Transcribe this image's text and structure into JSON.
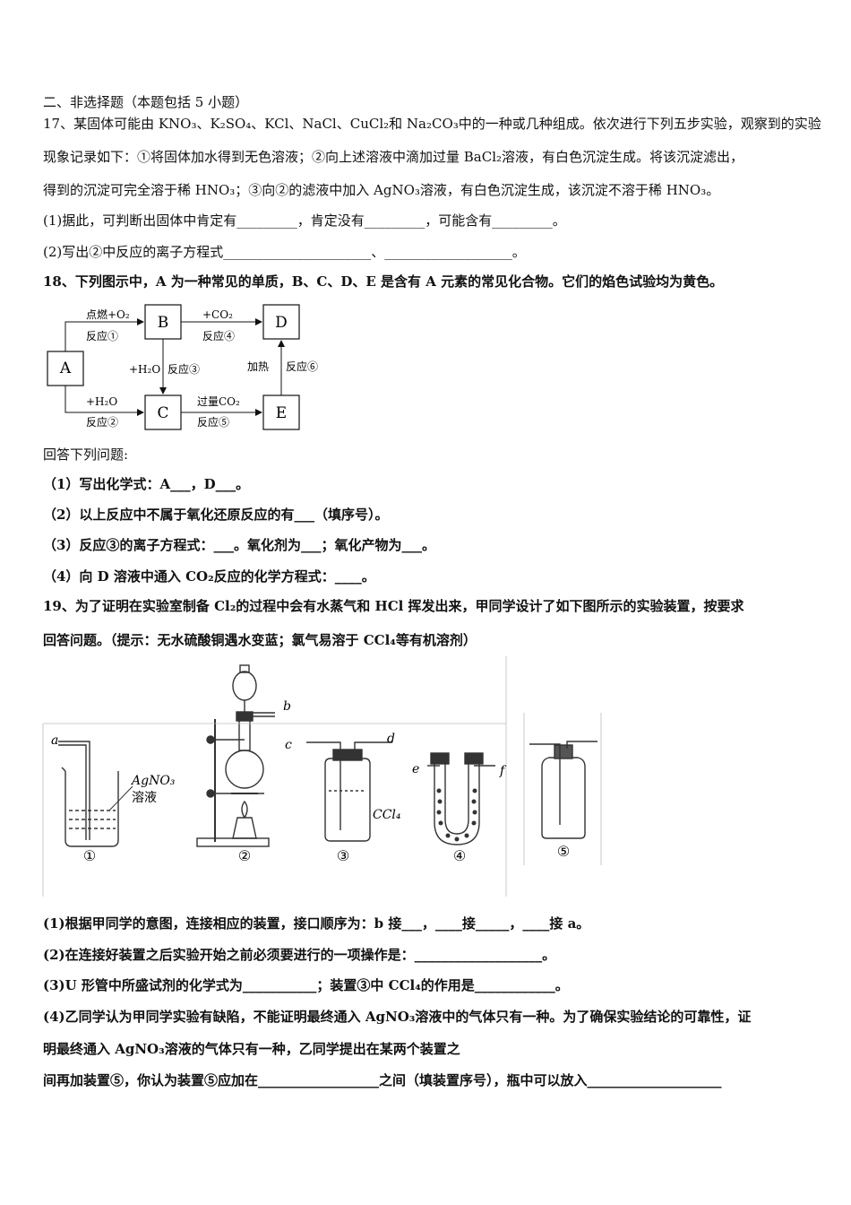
{
  "section_title": "二、非选择题（本题包括 5 小题）",
  "q17": {
    "stem1": "17、某固体可能由 KNO₃、K₂SO₄、KCl、NaCl、CuCl₂和 Na₂CO₃中的一种或几种组成。依次进行下列五步实验，观察到的实验",
    "stem2": "现象记录如下：①将固体加水得到无色溶液；②向上述溶液中滴加过量 BaCl₂溶液，有白色沉淀生成。将该沉淀滤出，",
    "stem3": "得到的沉淀可完全溶于稀 HNO₃；③向②的滤液中加入 AgNO₃溶液，有白色沉淀生成，该沉淀不溶于稀 HNO₃。",
    "sub1": "(1)据此，可判断出固体中肯定有_________，肯定没有_________，可能含有_________。",
    "sub2": "(2)写出②中反应的离子方程式______________________、___________________。"
  },
  "q18": {
    "stem": "18、下列图示中，A 为一种常见的单质，B、C、D、E 是含有 A 元素的常见化合物。它们的焰色试验均为黄色。",
    "diagram": {
      "A": "A",
      "B": "B",
      "C": "C",
      "D": "D",
      "E": "E",
      "ab_top": "点燃+O₂",
      "ab_bottom": "反应①",
      "bd_top": "+CO₂",
      "bd_bottom": "反应④",
      "bc_left": "+H₂O",
      "bc_right": "反应③",
      "ac_top": "+H₂O",
      "ac_bottom": "反应②",
      "ce_top": "过量CO₂",
      "ce_bottom": "反应⑤",
      "ed_left": "加热",
      "ed_right": "反应⑥"
    },
    "prompt": "回答下列问题:",
    "sub1": "（1）写出化学式：A___，D___。",
    "sub2": "（2）以上反应中不属于氧化还原反应的有___（填序号）。",
    "sub3": "（3）反应③的离子方程式：___。氧化剂为___；氧化产物为___。",
    "sub4": "（4）向 D 溶液中通入 CO₂反应的化学方程式：____。"
  },
  "q19": {
    "stem1": "19、为了证明在实验室制备 Cl₂的过程中会有水蒸气和 HCl 挥发出来，甲同学设计了如下图所示的实验装置，按要求",
    "stem2": "回答问题。（提示：无水硫酸铜遇水变蓝；氯气易溶于 CCl₄等有机溶剂）",
    "figure": {
      "label_a": "a",
      "label_b": "b",
      "label_c": "c",
      "label_d": "d",
      "label_e": "e",
      "label_f": "f",
      "agno3": "AgNO₃",
      "solution": "溶液",
      "ccl4": "CCl₄",
      "n1": "①",
      "n2": "②",
      "n3": "③",
      "n4": "④",
      "n5": "⑤"
    },
    "sub1": "(1)根据甲同学的意图，连接相应的装置，接口顺序为：b 接___，____接_____，____接 a。",
    "sub2": "(2)在连接好装置之后实验开始之前必须要进行的一项操作是：___________________。",
    "sub3": "(3)U 形管中所盛试剂的化学式为___________；装置③中 CCl₄的作用是____________。",
    "sub4a": "(4)乙同学认为甲同学实验有缺陷，不能证明最终通入 AgNO₃溶液中的气体只有一种。为了确保实验结论的可靠性，证",
    "sub4b": "明最终通入 AgNO₃溶液的气体只有一种，乙同学提出在某两个装置之",
    "sub4c": "间再加装置⑤，你认为装置⑤应加在__________________之间（填装置序号），瓶中可以放入____________________"
  }
}
